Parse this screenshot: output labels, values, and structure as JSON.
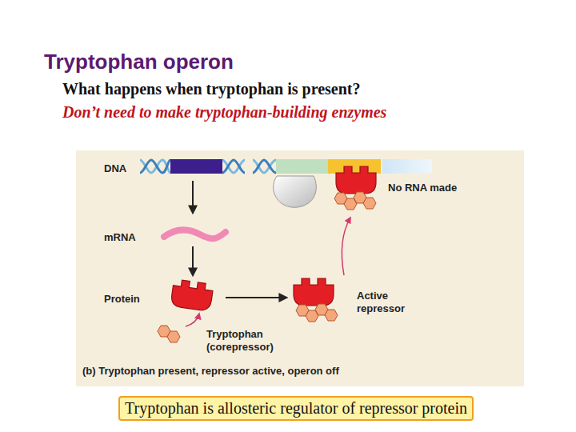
{
  "diagram": {
    "title": "Tryptophan operon",
    "caption": "(b) Tryptophan present, repressor active, operon off",
    "nodes": [
      {
        "text": [
          "Tryptophan is allosteric regulator of repressor protein"
        ]
      }
    ],
    "labels": [
      "What happens when tryptophan is present?",
      "Don’t need to make tryptophan-building enzymes",
      "DNA",
      "No RNA made",
      "mRNA",
      "Protein",
      "Active repressor",
      "Tryptophan (corepressor)"
    ]
  }
}
